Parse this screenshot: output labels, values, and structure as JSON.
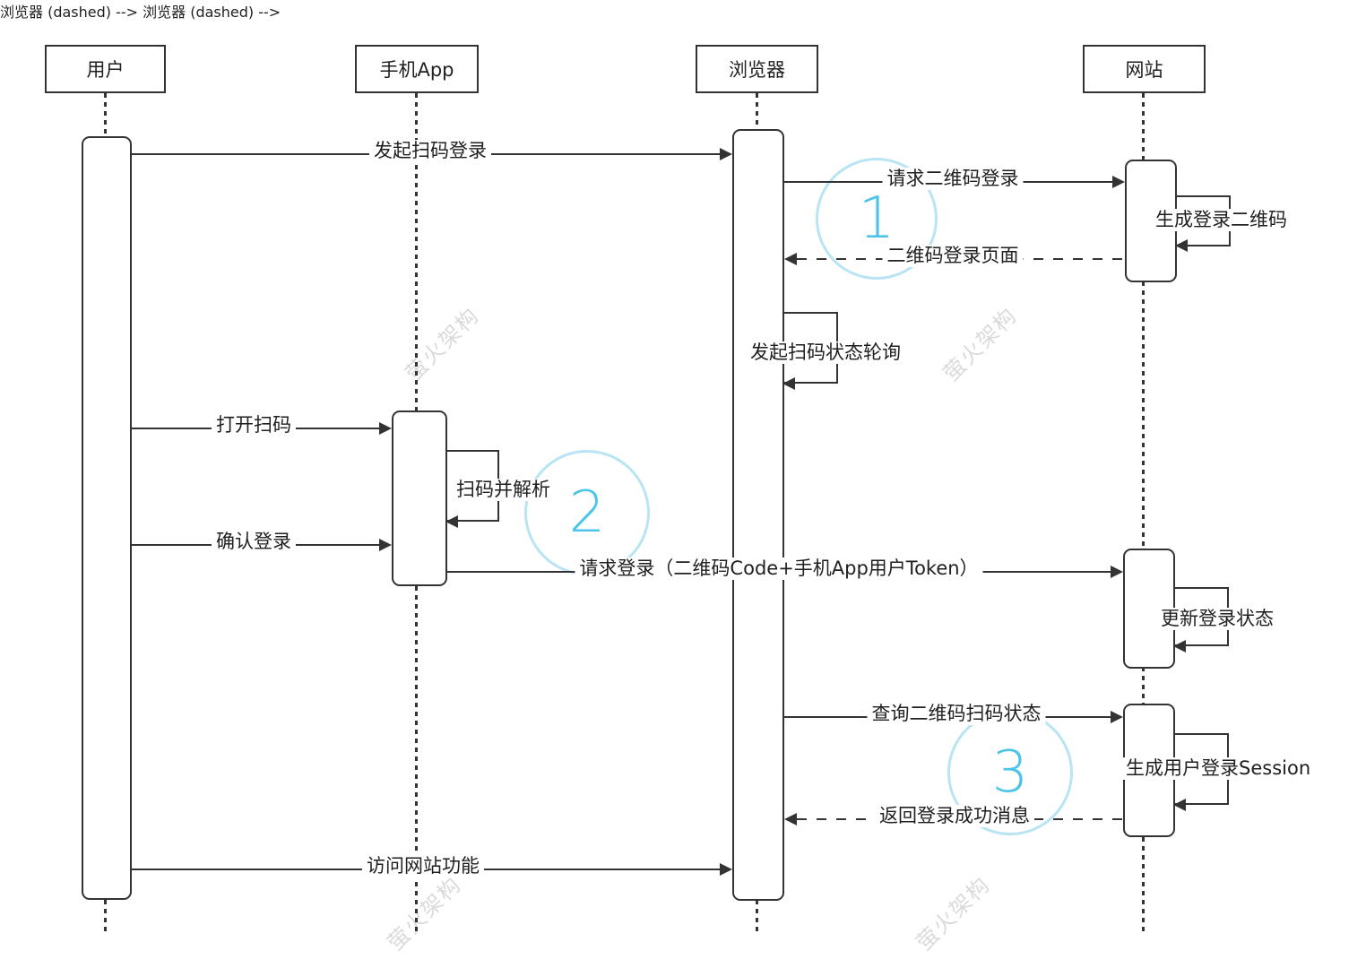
{
  "diagram": {
    "type": "sequence-diagram",
    "actors": [
      {
        "id": "user",
        "label": "用户"
      },
      {
        "id": "app",
        "label": "手机App"
      },
      {
        "id": "browser",
        "label": "浏览器"
      },
      {
        "id": "website",
        "label": "网站"
      }
    ],
    "messages": {
      "m1": {
        "from": "用户",
        "to": "浏览器",
        "style": "solid",
        "label": "发起扫码登录"
      },
      "m2": {
        "from": "浏览器",
        "to": "网站",
        "style": "solid",
        "label": "请求二维码登录"
      },
      "m3": {
        "from": "网站",
        "to": "网站",
        "style": "self",
        "label": "生成登录二维码"
      },
      "m4": {
        "from": "网站",
        "to": "浏览器",
        "style": "dashed",
        "label": "二维码登录页面"
      },
      "m5": {
        "from": "浏览器",
        "to": "浏览器",
        "style": "self",
        "label": "发起扫码状态轮询"
      },
      "m6": {
        "from": "用户",
        "to": "手机App",
        "style": "solid",
        "label": "打开扫码"
      },
      "m7": {
        "from": "手机App",
        "to": "手机App",
        "style": "self",
        "label": "扫码并解析"
      },
      "m8": {
        "from": "用户",
        "to": "手机App",
        "style": "solid",
        "label": "确认登录"
      },
      "m9": {
        "from": "手机App",
        "to": "网站",
        "style": "solid",
        "label": "请求登录（二维码Code+手机App用户Token）"
      },
      "m10": {
        "from": "网站",
        "to": "网站",
        "style": "self",
        "label": "更新登录状态"
      },
      "m11": {
        "from": "浏览器",
        "to": "网站",
        "style": "solid",
        "label": "查询二维码扫码状态"
      },
      "m12": {
        "from": "网站",
        "to": "网站",
        "style": "self",
        "label": "生成用户登录Session"
      },
      "m13": {
        "from": "网站",
        "to": "浏览器",
        "style": "dashed",
        "label": "返回登录成功消息"
      },
      "m14": {
        "from": "用户",
        "to": "浏览器",
        "style": "solid",
        "label": "访问网站功能"
      }
    },
    "badges": [
      "1",
      "2",
      "3"
    ],
    "watermark": "萤火架构",
    "colors": {
      "line": "#333333",
      "badge_border": "#b9e4f4",
      "badge_text": "#4ac4ea",
      "watermark": "#bdbdbd"
    }
  }
}
